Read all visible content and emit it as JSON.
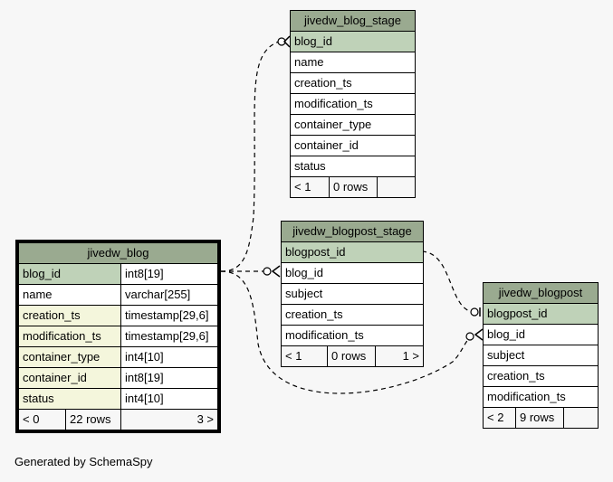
{
  "tables": {
    "blog_stage": {
      "name": "jivedw_blog_stage",
      "columns": [
        "blog_id",
        "name",
        "creation_ts",
        "modification_ts",
        "container_type",
        "container_id",
        "status"
      ],
      "footer": {
        "parents": "< 1",
        "rows": "0 rows",
        "children": ""
      }
    },
    "blogpost_stage": {
      "name": "jivedw_blogpost_stage",
      "columns": [
        "blogpost_id",
        "blog_id",
        "subject",
        "creation_ts",
        "modification_ts"
      ],
      "footer": {
        "parents": "< 1",
        "rows": "0 rows",
        "children": "1 >"
      }
    },
    "blog": {
      "name": "jivedw_blog",
      "columns": [
        {
          "name": "blog_id",
          "type": "int8[19]"
        },
        {
          "name": "name",
          "type": "varchar[255]"
        },
        {
          "name": "creation_ts",
          "type": "timestamp[29,6]"
        },
        {
          "name": "modification_ts",
          "type": "timestamp[29,6]"
        },
        {
          "name": "container_type",
          "type": "int4[10]"
        },
        {
          "name": "container_id",
          "type": "int8[19]"
        },
        {
          "name": "status",
          "type": "int4[10]"
        }
      ],
      "footer": {
        "parents": "< 0",
        "rows": "22 rows",
        "children": "3 >"
      }
    },
    "blogpost": {
      "name": "jivedw_blogpost",
      "columns": [
        "blogpost_id",
        "blog_id",
        "subject",
        "creation_ts",
        "modification_ts"
      ],
      "footer": {
        "parents": "< 2",
        "rows": "9 rows",
        "children": ""
      }
    }
  },
  "footer_text": "Generated by SchemaSpy"
}
